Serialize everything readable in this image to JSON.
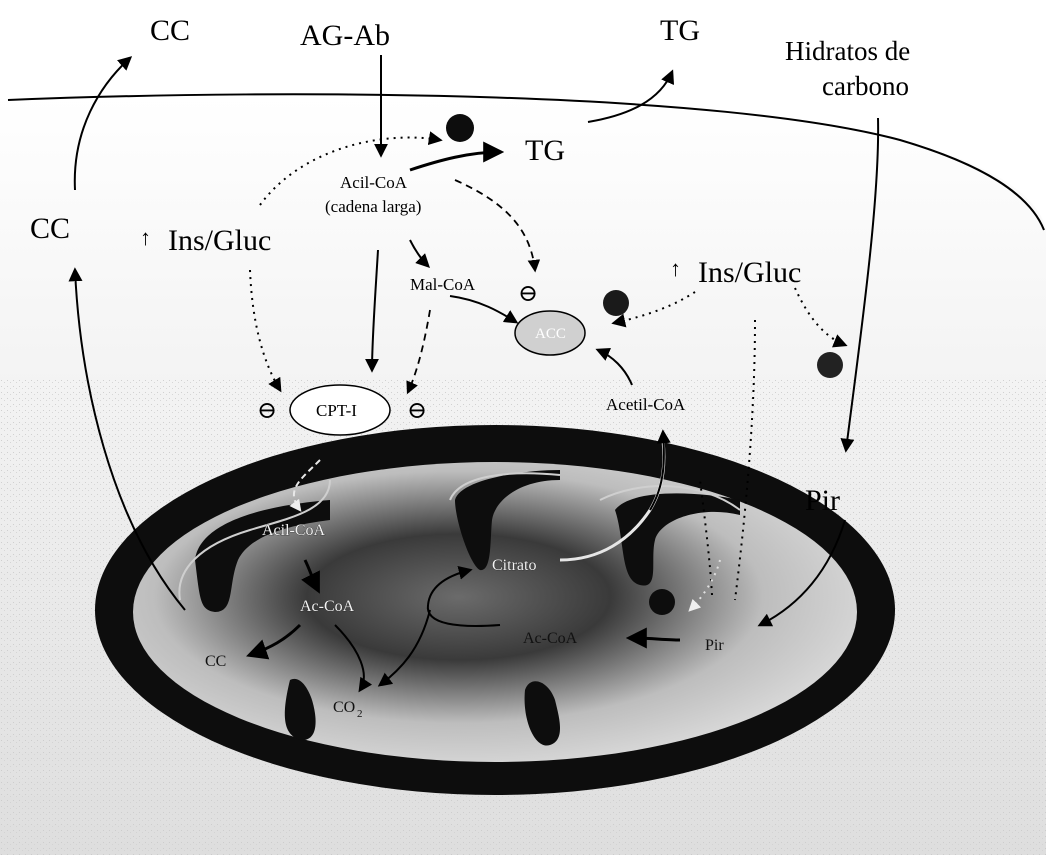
{
  "outside": {
    "cc_top": "CC",
    "ag_ab": "AG-Ab",
    "tg_top": "TG",
    "carbs_line1": "Hidratos de",
    "carbs_line2": "carbono",
    "cc_left": "CC",
    "ins_gluc_left": "Ins/Gluc",
    "ins_gluc_right": "Ins/Gluc",
    "up_arrow": "↑"
  },
  "cytosol": {
    "tg_mid": "TG",
    "acil_coa_line1": "Acil-CoA",
    "acil_coa_line2": "(cadena larga)",
    "mal_coa": "Mal-CoA",
    "acc": "ACC",
    "acetil_coa": "Acetil-CoA",
    "cpt1": "CPT-I",
    "minus": "⊖",
    "pir_outer": "Pir"
  },
  "mitochondria": {
    "acil_coa": "Acil-CoA",
    "ac_coa_left": "Ac-CoA",
    "citrato": "Citrato",
    "cc": "CC",
    "co2": "CO",
    "co2_sub": "2",
    "ac_coa_right": "Ac-CoA",
    "pir_inner": "Pir"
  },
  "colors": {
    "matrix_dark": "#1a1a1a",
    "matrix_light": "#d9d9d9",
    "membrane": "#0d0d0d",
    "background_noise": "#e6e6e6"
  }
}
